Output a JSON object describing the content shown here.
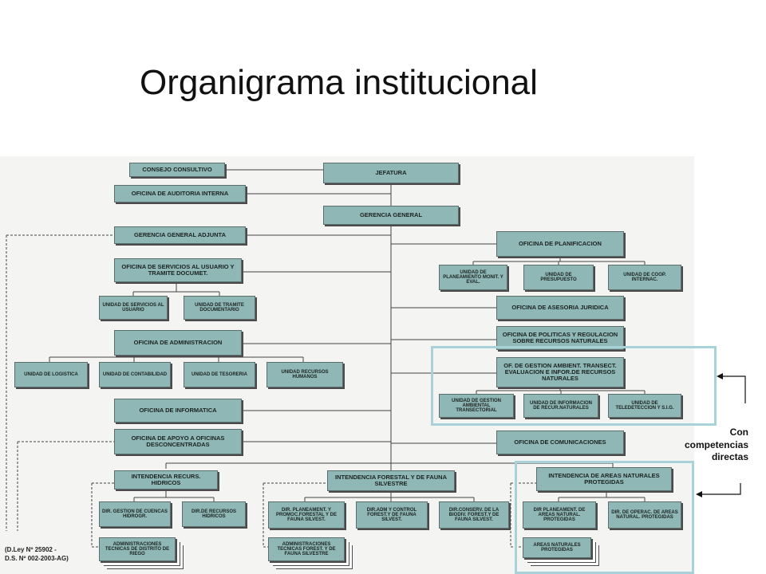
{
  "title": "Organigrama institucional",
  "boxes": {
    "consejo": "CONSEJO CONSULTIVO",
    "jefatura": "JEFATURA",
    "auditoria": "OFICINA DE AUDITORIA INTERNA",
    "gerencia": "GERENCIA GENERAL",
    "adjunta": "GERENCIA GENERAL ADJUNTA",
    "planificacion": "OFICINA DE PLANIFICACION",
    "plan_u1": "UNIDAD DE PLANEAMIENTO MONIT. Y EVAL.",
    "plan_u2": "UNIDAD DE PRESUPUESTO",
    "plan_u3": "UNIDAD DE COOP. INTERNAC.",
    "servicios": "OFICINA DE SERVICIOS AL USUARIO Y TRAMITE DOCUMET.",
    "serv_u1": "UNIDAD DE SERVICIOS AL USUARIO",
    "serv_u2": "UNIDAD DE TRAMITE DOCUMENTARIO",
    "asesoria": "OFICINA DE ASESORIA JURIDICA",
    "politicas": "OFICINA DE POLITICAS Y REGULACION SOBRE RECURSOS NATURALES",
    "administracion": "OFICINA DE ADMINISTRACION",
    "gestion": "OF. DE GESTION AMBIENT. TRANSECT. EVALUACION E INFOR.DE RECURSOS NATURALES",
    "adm_u1": "UNIDAD DE LOGISTICA",
    "adm_u2": "UNIDAD DE CONTABILIDAD",
    "adm_u3": "UNIDAD DE TESORERIA",
    "adm_u4": "UNIDAD RECURSOS HUMANOS",
    "gest_u1": "UNIDAD DE GESTION AMBIENTAL TRANSECTORIAL",
    "gest_u2": "UNIDAD DE INFORMACION DE RECUR.NATURALES",
    "gest_u3": "UNIDAD DE TELEDETECCION Y S.I.G.",
    "informatica": "OFICINA DE INFORMATICA",
    "apoyo": "OFICINA DE APOYO A OFICINAS DESCONCENTRADAS",
    "comunicaciones": "OFICINA DE COMUNICACIONES",
    "hidricos": "INTENDENCIA RECURS. HIDRICOS",
    "forestal": "INTENDENCIA FORESTAL Y DE FAUNA SILVESTRE",
    "areas": "INTENDENCIA DE AREAS NATURALES PROTEGIDAS",
    "hid_u1": "DIR. GESTION DE CUENCAS HIDROGR.",
    "hid_u2": "DIR.DE RECURSOS HIDRICOS",
    "hid_u3": "ADMINISTRACIONES TECNICAS DE DISTRITO DE RIEGO",
    "for_u1": "DIR. PLANEAMENT. Y PROMOC.FORESTAL Y DE FAUNA SILVEST.",
    "for_u2": "DIR.ADM Y CONTROL FOREST.Y DE FAUNA SILVEST.",
    "for_u3": "DIR.CONSERV. DE LA BIODIV. FOREST.Y DE FAUNA SILVEST.",
    "for_u4": "ADMINISTRACIONES TECNICAS FOREST. Y DE FAUNA SILVESTRE",
    "area_u1": "DIR PLANEAMENT. DE AREAS NATURAL. PROTEGIDAS",
    "area_u2": "DIR. DE OPERAC. DE AREAS NATURAL. PROTEGIDAS",
    "area_u3": "AREAS NATURALES PROTEGIDAS"
  },
  "legal": {
    "line1": "(D.Ley Nº 25902 -",
    "line2": "D.S. Nº 002-2003-AG)"
  },
  "note": {
    "line1": "Con",
    "line2": "competencias",
    "line3": "directas"
  }
}
